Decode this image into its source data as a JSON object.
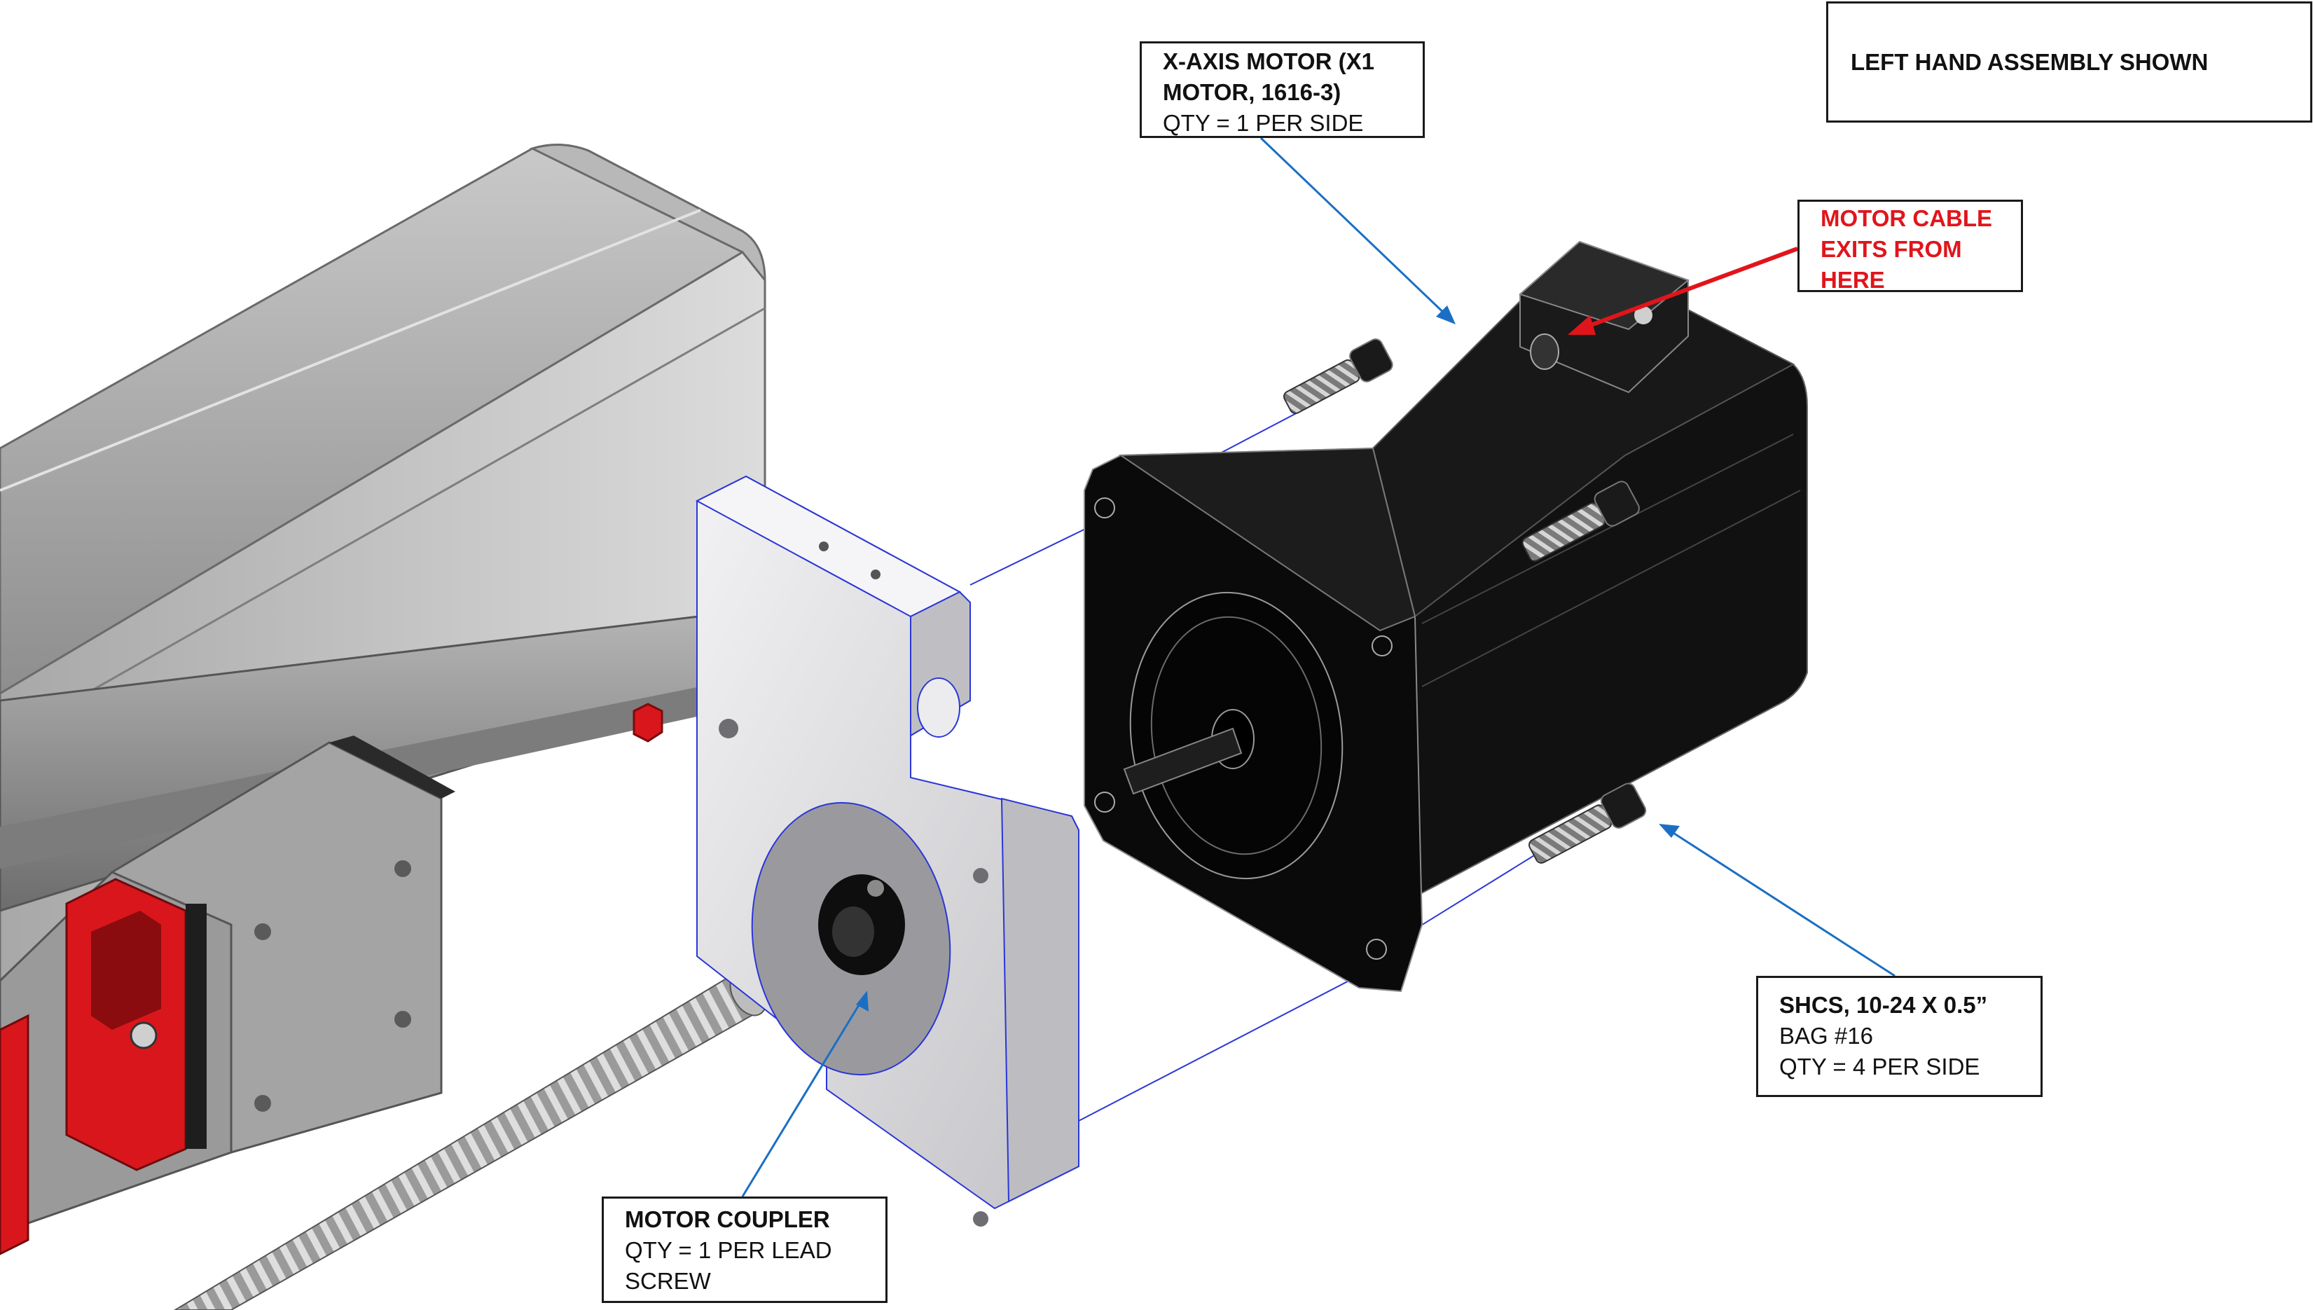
{
  "callouts": {
    "left_hand": {
      "title": "LEFT HAND ASSEMBLY SHOWN"
    },
    "x_motor": {
      "title_line1": "X-AXIS MOTOR (X1",
      "title_line2": "MOTOR, 1616-3)",
      "qty": "QTY = 1 PER SIDE"
    },
    "motor_cable": {
      "line1": "MOTOR CABLE",
      "line2": "EXITS FROM",
      "line3": "HERE"
    },
    "shcs": {
      "title": "SHCS, 10-24 X 0.5”",
      "bag": "BAG #16",
      "qty": "QTY = 4 PER SIDE"
    },
    "coupler": {
      "title": "MOTOR COUPLER",
      "qty_line1": "QTY = 1 PER LEAD",
      "qty_line2": "SCREW"
    }
  },
  "colors": {
    "leader_blue": "#1a6fc4",
    "leader_red": "#e0151b",
    "callout_red_text": "#e0151b",
    "gantry_gray": "#9c9c9c",
    "motor_black": "#0c0c0c",
    "bracket_silver": "#d8d8dc",
    "bearing_red": "#d9161c",
    "explode_line": "#2a36d8"
  }
}
